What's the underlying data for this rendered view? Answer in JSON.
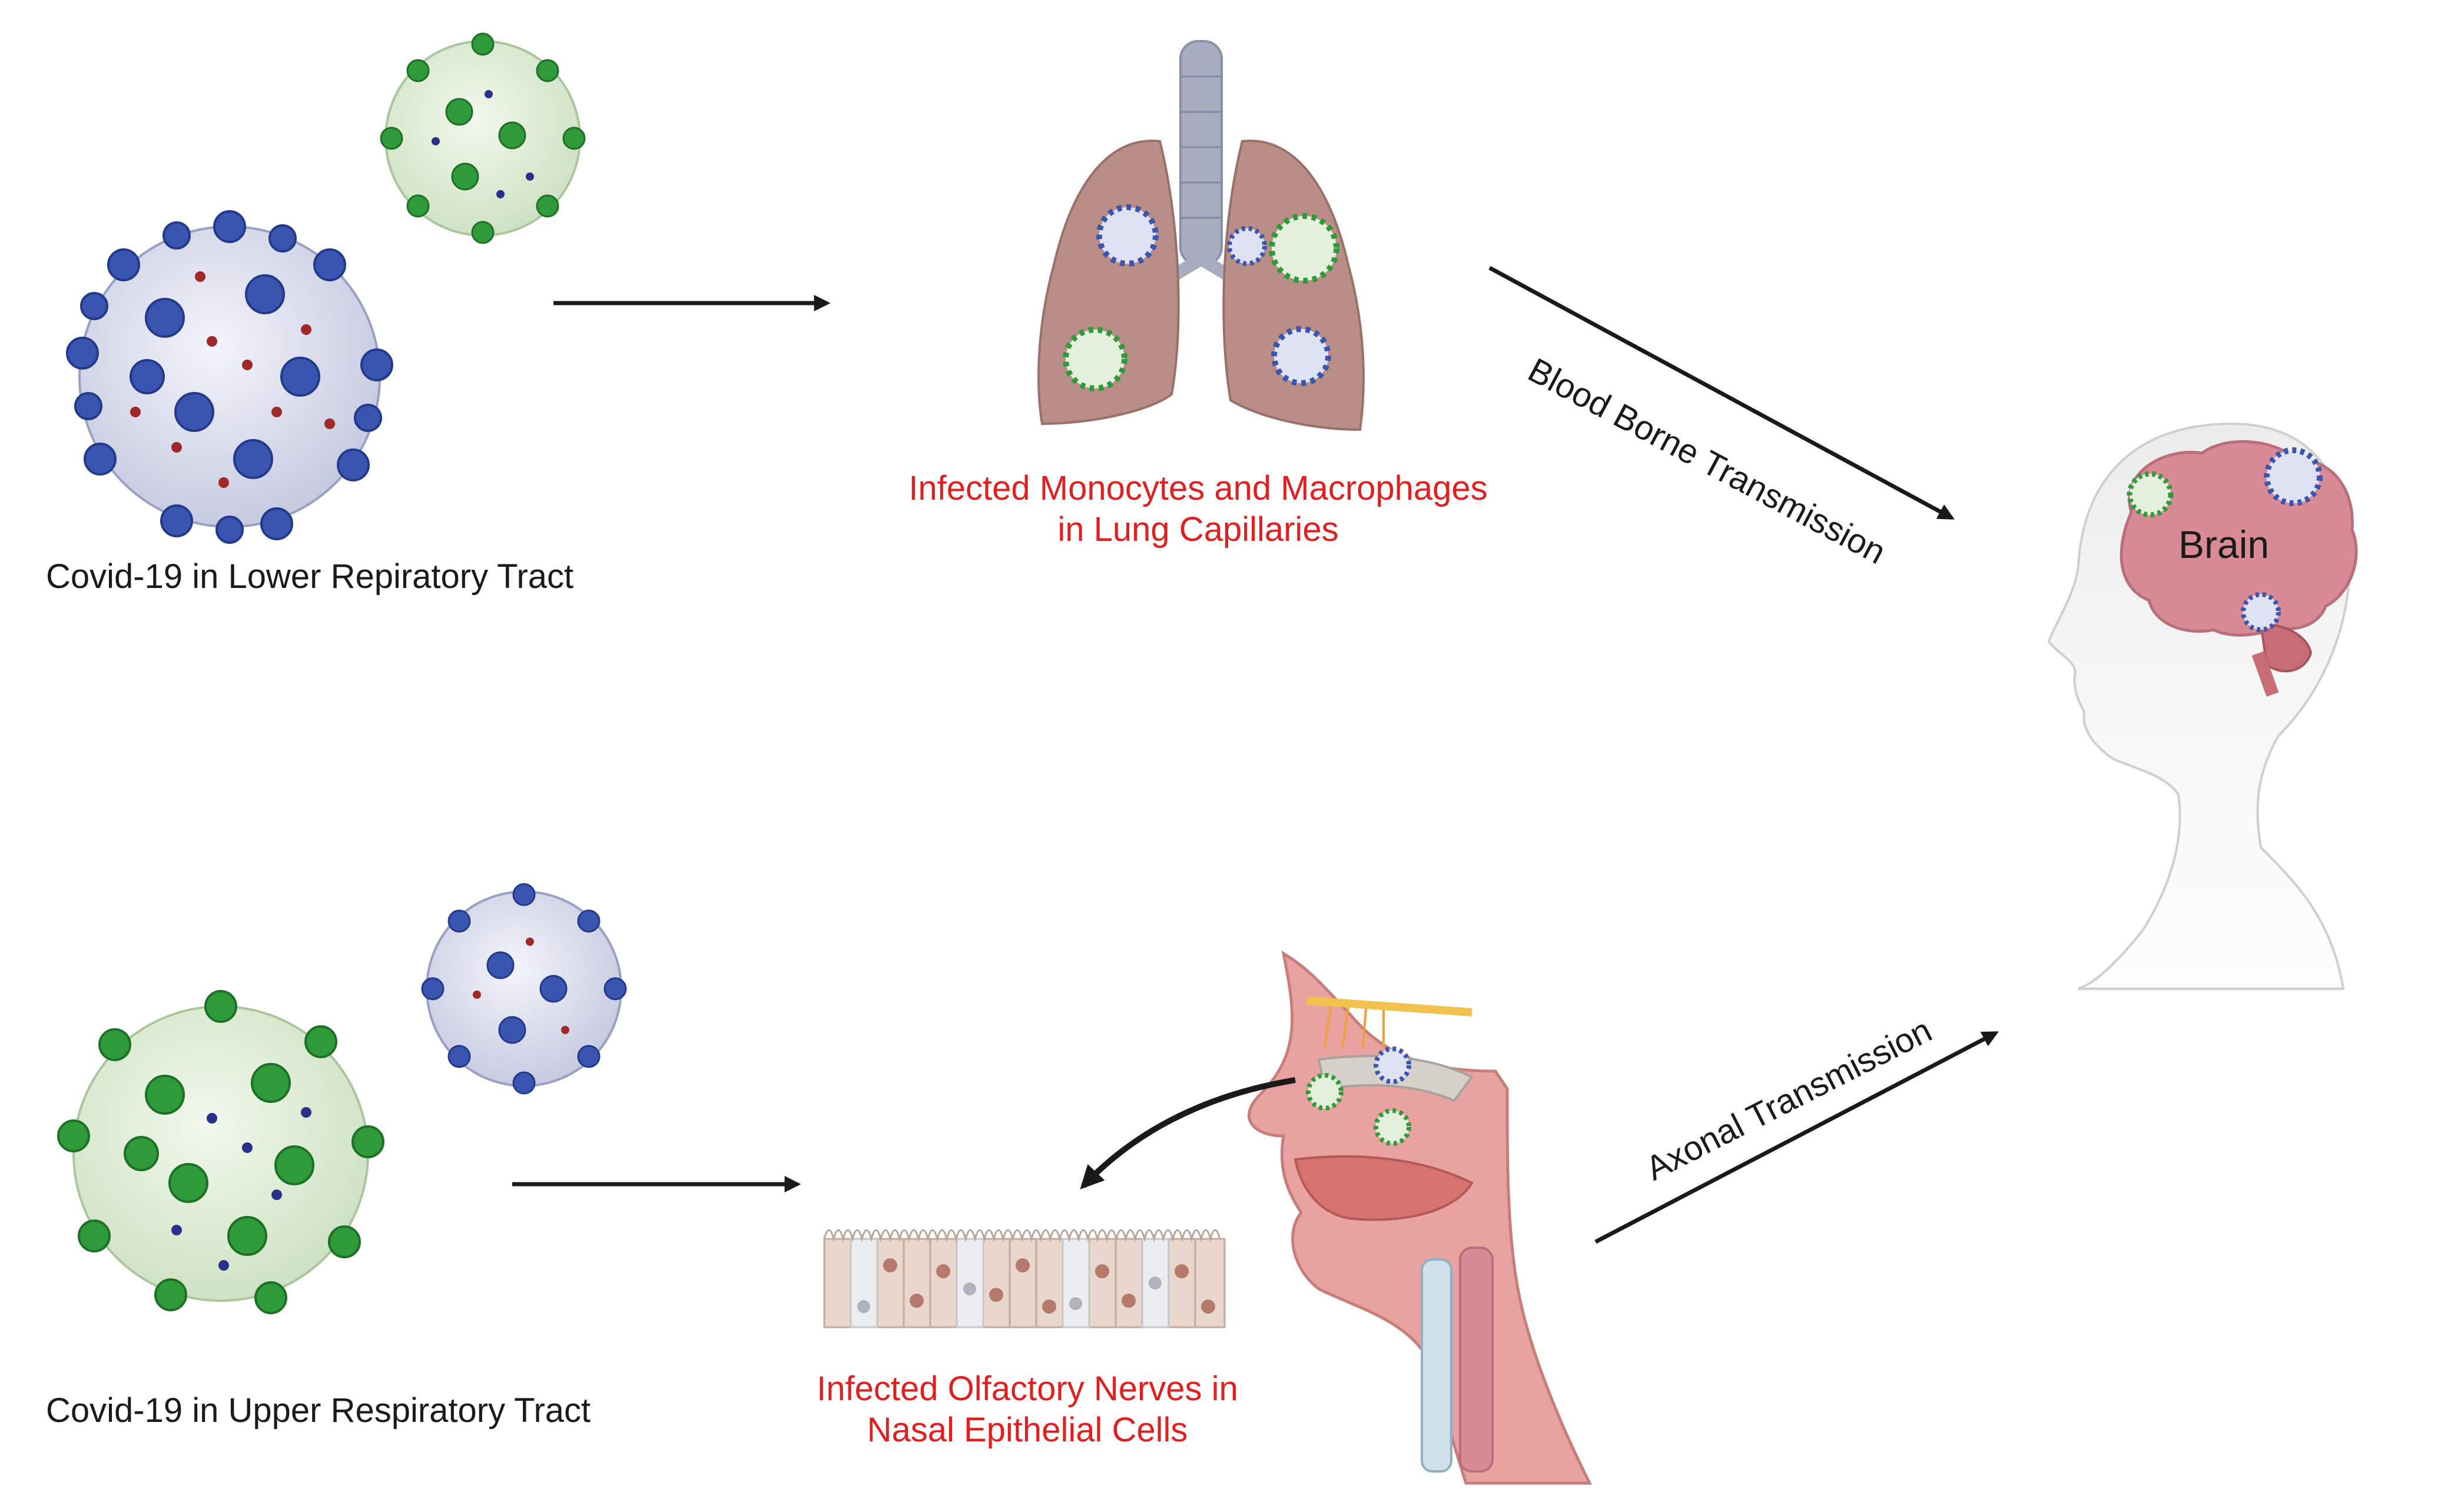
{
  "labels": {
    "lower_tract": "Covid-19 in Lower Repiratory Tract",
    "upper_tract": "Covid-19 in Upper Respiratory Tract",
    "lung_line1": "Infected Monocytes and Macrophages",
    "lung_line2": "in Lung Capillaries",
    "nasal_line1": "Infected Olfactory Nerves in",
    "nasal_line2": "Nasal Epithelial Cells",
    "blood_borne": "Blood Borne Transmission",
    "axonal": "Axonal Transmission",
    "brain": "Brain"
  },
  "colors": {
    "virus_blue": "#3a55b0",
    "virus_green": "#2f9a3a",
    "lung": "#b88e86",
    "brain": "#d98b95",
    "tissue": "#e8a3a0",
    "label_red": "#e02020",
    "arrow": "#1a1a1a"
  }
}
